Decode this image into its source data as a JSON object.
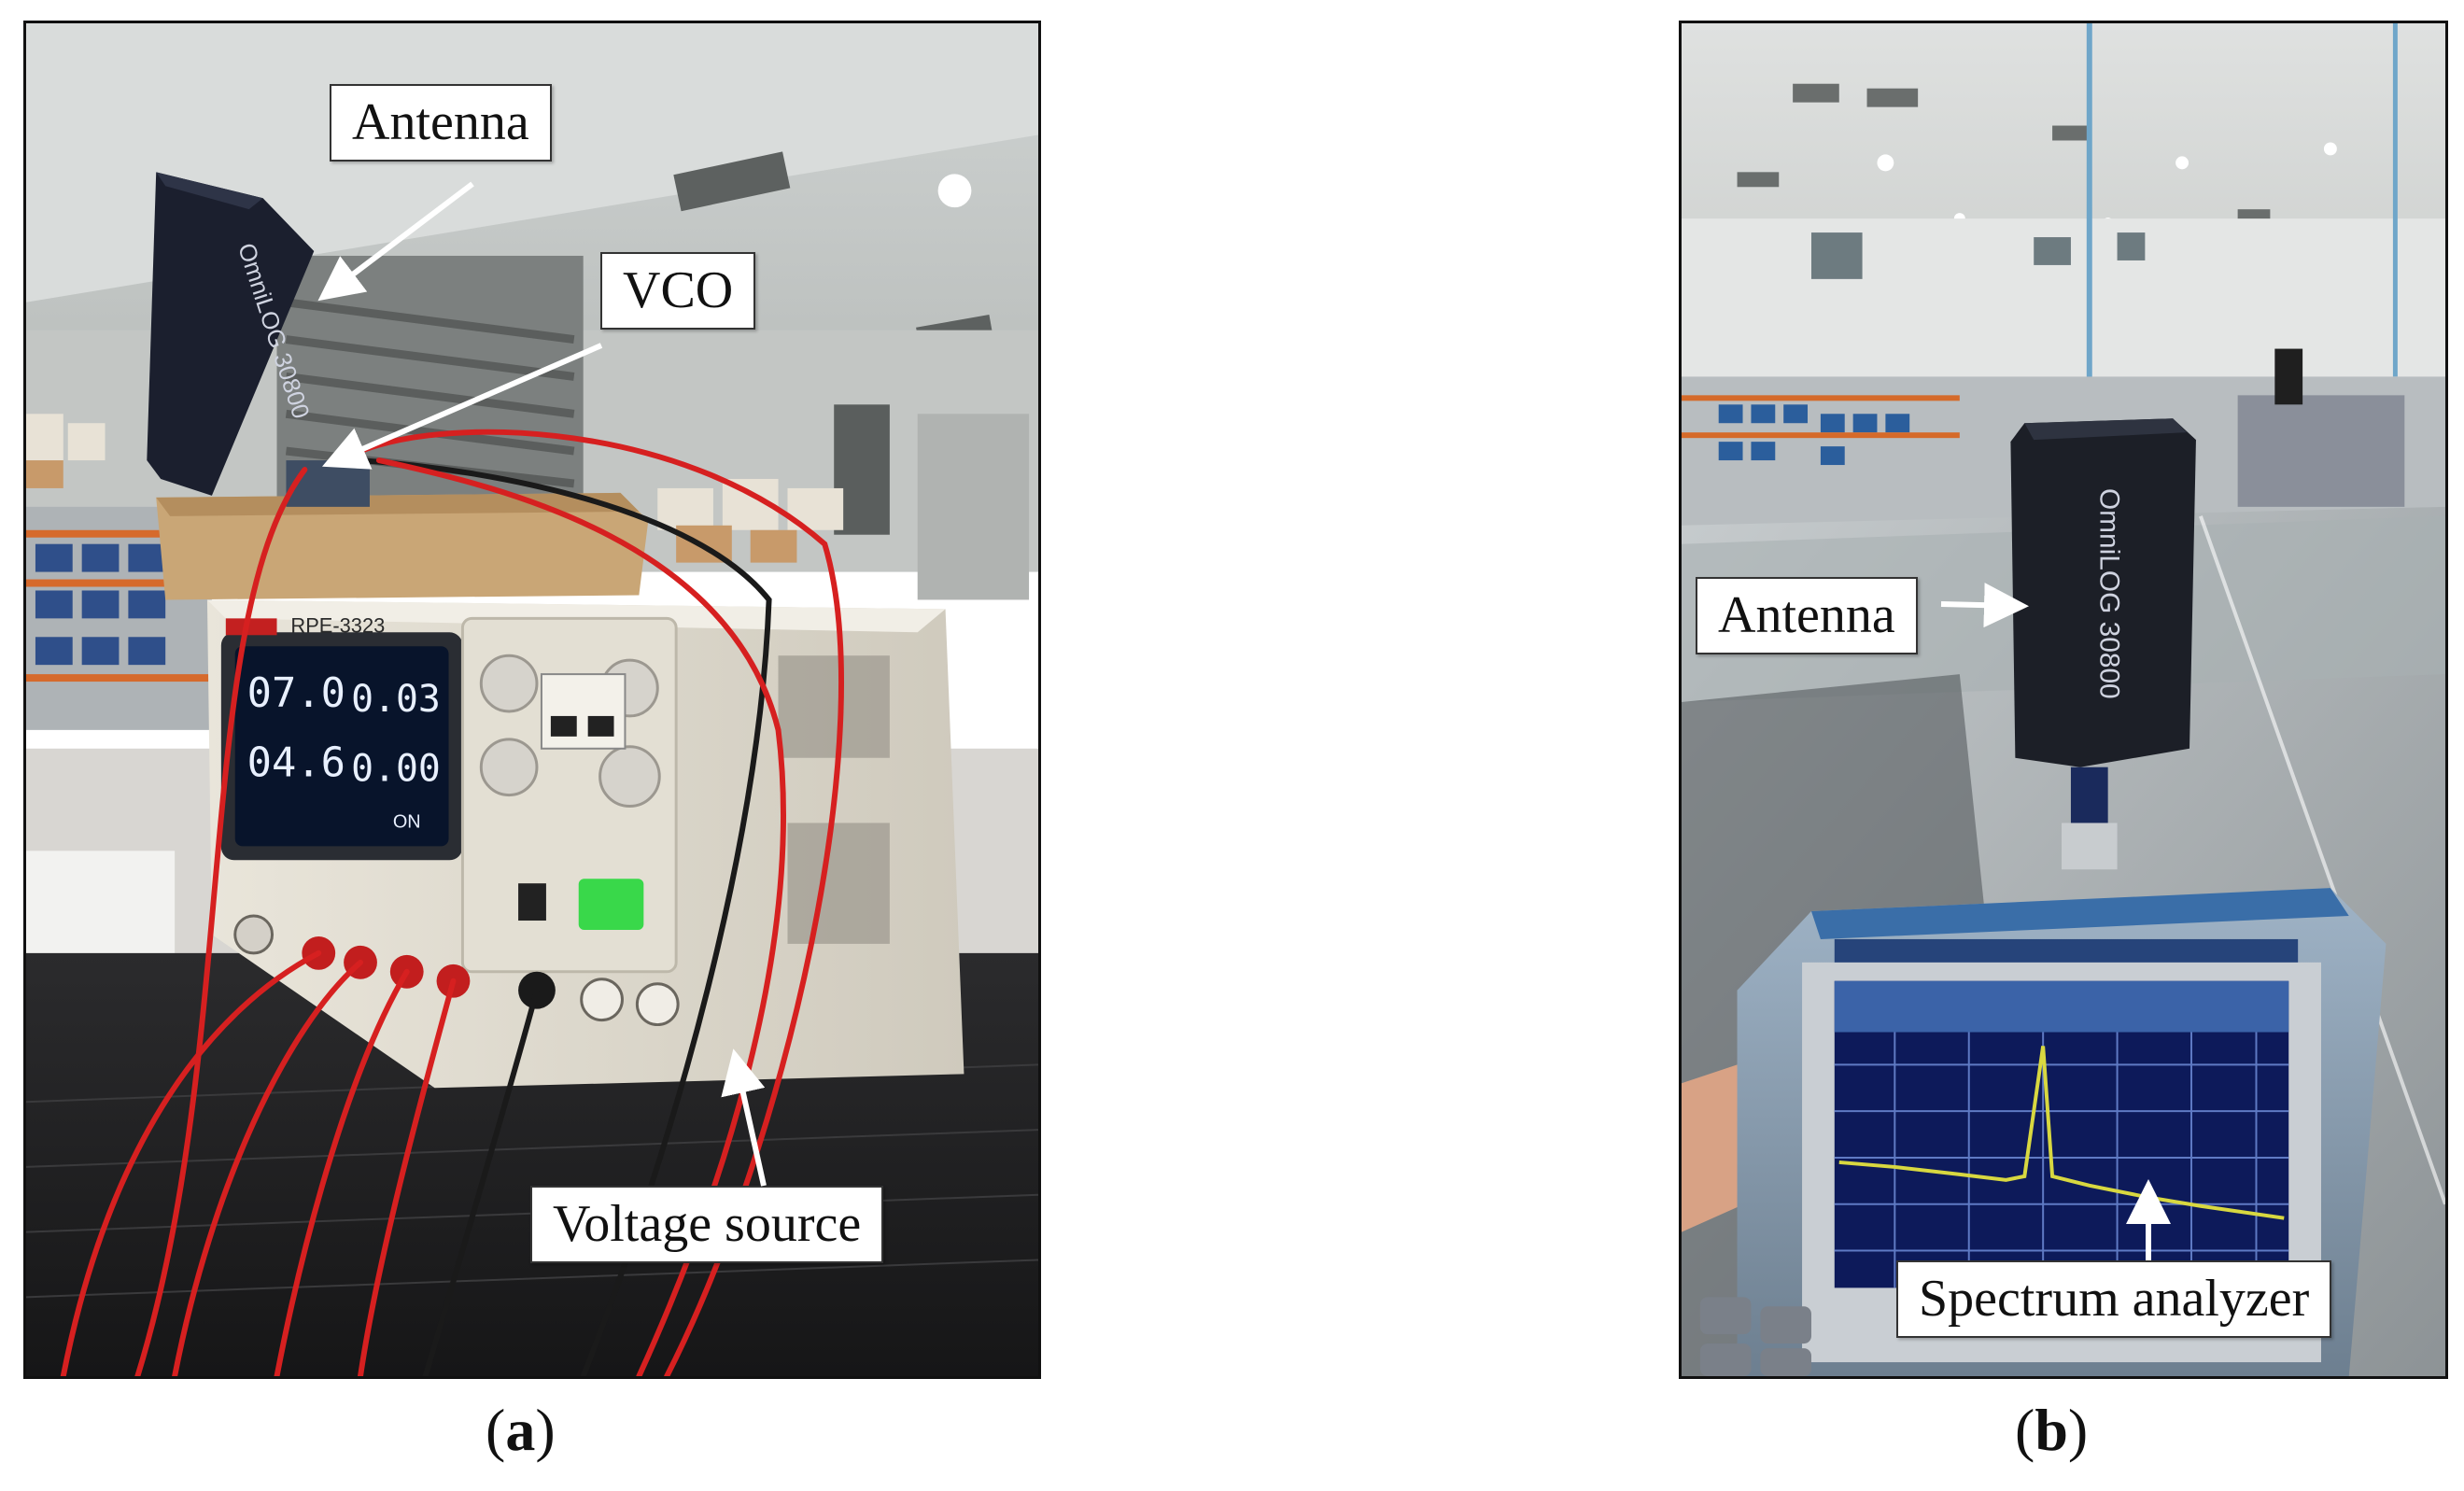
{
  "panel_a": {
    "labels": {
      "antenna": "Antenna",
      "vco": "VCO",
      "voltage_source": "Voltage source"
    },
    "caption_open": "(",
    "caption_letter": "a",
    "caption_close": ")",
    "device_model": "RPE-3323",
    "readouts": [
      "07.0",
      "0.03",
      "04.6",
      "0.00"
    ],
    "antenna_print": "OmniLOG 30800",
    "status": "ON"
  },
  "panel_b": {
    "labels": {
      "antenna": "Antenna",
      "spectrum_analyzer": "Spectrum analyzer"
    },
    "caption_open": "(",
    "caption_letter": "b",
    "caption_close": ")",
    "antenna_print": "OmniLOG 30800"
  },
  "colors": {
    "label_border": "#333333",
    "arrow": "#ffffff",
    "wire_red": "#d62020",
    "screen_trace": "#d8d840"
  }
}
